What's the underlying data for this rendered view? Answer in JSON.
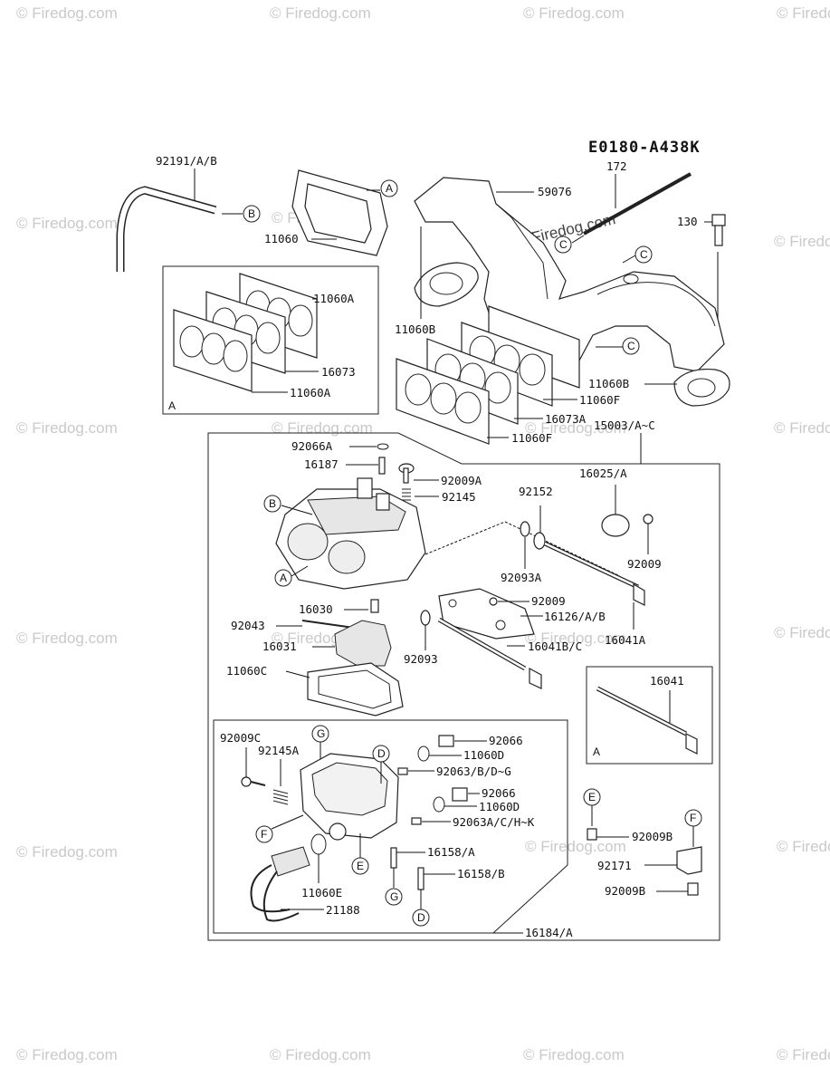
{
  "diagram": {
    "code": "E0180-A438K",
    "watermark": "© Firedog.com",
    "center_watermark": "© Firedog.com",
    "part_labels": {
      "p92191": "92191/A/B",
      "p11060": "11060",
      "p59076": "59076",
      "p172": "172",
      "p130": "130",
      "p11060A_1": "11060A",
      "p16073": "16073",
      "p11060A_2": "11060A",
      "p11060B_1": "11060B",
      "p11060B_2": "11060B",
      "p11060F_1": "11060F",
      "p16073A": "16073A",
      "p11060F_2": "11060F",
      "p15003": "15003/A~C",
      "p92066A": "92066A",
      "p16187": "16187",
      "p92009A": "92009A",
      "p92145": "92145",
      "p16025": "16025/A",
      "p92152": "92152",
      "p92009_1": "92009",
      "p92093A": "92093A",
      "p92009_2": "92009",
      "p16126": "16126/A/B",
      "p16041A": "16041A",
      "p16030": "16030",
      "p92043": "92043",
      "p16031": "16031",
      "p92093": "92093",
      "p16041BC": "16041B/C",
      "p11060C": "11060C",
      "p16041": "16041",
      "p92009C": "92009C",
      "p92066_1": "92066",
      "p11060D_1": "11060D",
      "p92145A": "92145A",
      "p92063BDG": "92063/B/D~G",
      "p92066_2": "92066",
      "p11060D_2": "11060D",
      "p92063ACHK": "92063A/C/H~K",
      "p92009B_1": "92009B",
      "p16158A": "16158/A",
      "p11060E": "11060E",
      "p16158B": "16158/B",
      "p92171": "92171",
      "p92009B_2": "92009B",
      "p21188": "21188",
      "p16184": "16184/A"
    },
    "ref_letters": {
      "A": "A",
      "B": "B",
      "C": "C",
      "D": "D",
      "E": "E",
      "F": "F",
      "G": "G"
    }
  }
}
